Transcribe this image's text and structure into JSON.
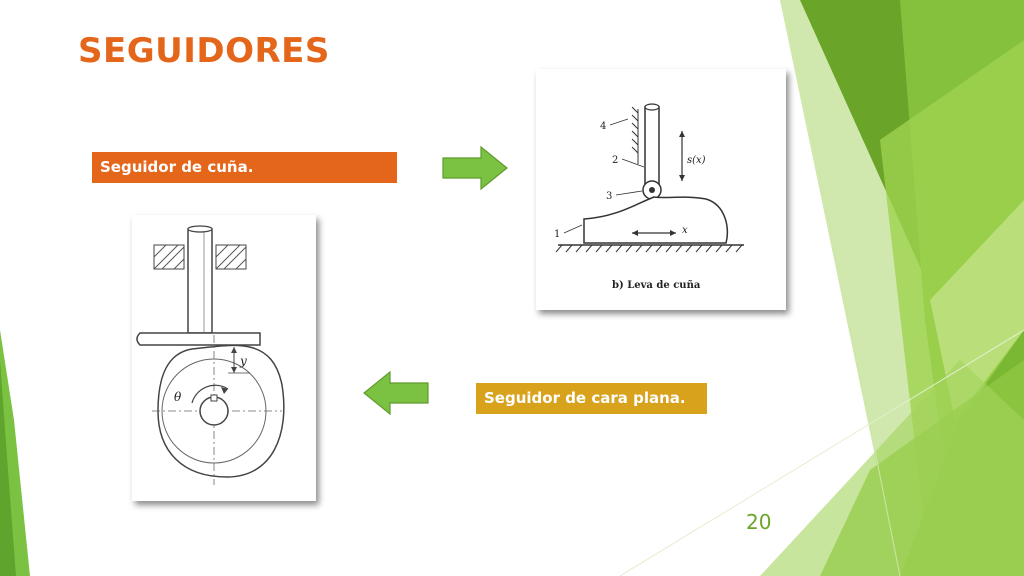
{
  "slide": {
    "title": "SEGUIDORES",
    "page_number": "20"
  },
  "labels": {
    "wedge_follower": "Seguidor de cuña.",
    "flat_follower": "Seguidor de cara plana."
  },
  "figure_wedge": {
    "caption": "b) Leva de cuña",
    "part_1": "1",
    "part_2": "2",
    "part_3": "3",
    "part_4": "4",
    "displacement_label": "s(x)",
    "motion_label": "x"
  },
  "figure_flat": {
    "lift_label": "y",
    "angle_label": "θ"
  },
  "colors": {
    "title": "#e4661a",
    "wedge_label_bg": "#e4661a",
    "flat_label_bg": "#d9a21d",
    "arrow_green": "#7cc242",
    "page_number": "#6aa52a",
    "accent_green_dark": "#4e8f23",
    "accent_green_light": "#a8d560"
  },
  "icons": {
    "right_arrow": "right-arrow-icon",
    "left_arrow": "left-arrow-icon"
  }
}
